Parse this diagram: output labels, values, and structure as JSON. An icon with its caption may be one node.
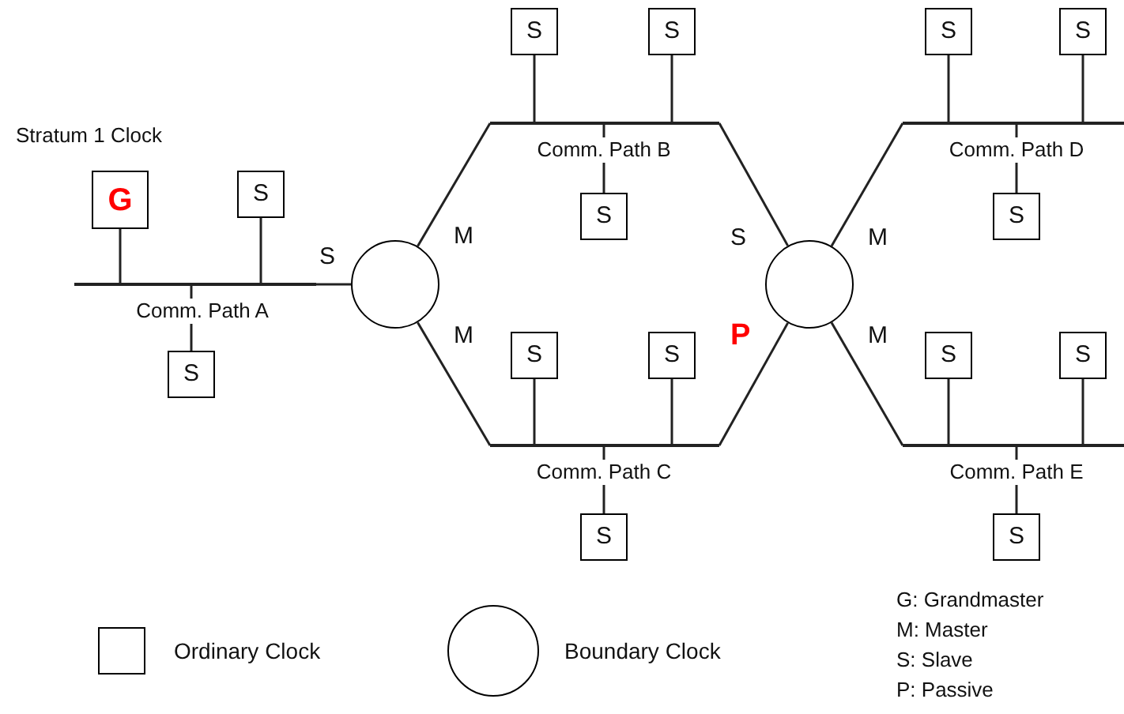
{
  "diagram": {
    "nodes": [
      {
        "text": [
          "Comm. Path A"
        ]
      },
      {
        "text": [
          "G"
        ],
        "beside": [
          "Stratum 1 Clock"
        ]
      },
      {
        "text": [
          "S"
        ]
      },
      {
        "text": [
          "S"
        ]
      },
      {
        "text": [],
        "shape": "circle"
      },
      {
        "text": [
          "Comm. Path B"
        ]
      },
      {
        "text": [
          "S"
        ]
      },
      {
        "text": [
          "S"
        ]
      },
      {
        "text": [
          "S"
        ]
      },
      {
        "text": [
          "Comm. Path C"
        ]
      },
      {
        "text": [
          "S"
        ]
      },
      {
        "text": [
          "S"
        ]
      },
      {
        "text": [
          "S"
        ]
      },
      {
        "text": [],
        "shape": "circle"
      },
      {
        "text": [
          "Comm. Path D"
        ]
      },
      {
        "text": [
          "S"
        ]
      },
      {
        "text": [
          "S"
        ]
      },
      {
        "text": [
          "S"
        ]
      },
      {
        "text": [
          "Comm. Path E"
        ]
      },
      {
        "text": [
          "S"
        ]
      },
      {
        "text": [
          "S"
        ]
      },
      {
        "text": [
          "S"
        ]
      }
    ],
    "edges": [
      {
        "from": 1,
        "to": 0,
        "arrow": "none"
      },
      {
        "from": 2,
        "to": 0,
        "arrow": "none"
      },
      {
        "from": 3,
        "to": 0,
        "arrow": "none"
      },
      {
        "from": 0,
        "to": 4,
        "arrow": "none"
      },
      {
        "from": 4,
        "to": 5,
        "arrow": "none"
      },
      {
        "from": 4,
        "to": 9,
        "arrow": "none"
      },
      {
        "from": 6,
        "to": 5,
        "arrow": "none"
      },
      {
        "from": 7,
        "to": 5,
        "arrow": "none"
      },
      {
        "from": 8,
        "to": 5,
        "arrow": "none"
      },
      {
        "from": 10,
        "to": 9,
        "arrow": "none"
      },
      {
        "from": 11,
        "to": 9,
        "arrow": "none"
      },
      {
        "from": 12,
        "to": 9,
        "arrow": "none"
      },
      {
        "from": 5,
        "to": 13,
        "arrow": "none"
      },
      {
        "from": 9,
        "to": 13,
        "arrow": "none"
      },
      {
        "from": 13,
        "to": 14,
        "arrow": "none"
      },
      {
        "from": 13,
        "to": 18,
        "arrow": "none"
      },
      {
        "from": 15,
        "to": 14,
        "arrow": "none"
      },
      {
        "from": 16,
        "to": 14,
        "arrow": "none"
      },
      {
        "from": 17,
        "to": 14,
        "arrow": "none"
      },
      {
        "from": 19,
        "to": 18,
        "arrow": "none"
      },
      {
        "from": 20,
        "to": 18,
        "arrow": "none"
      },
      {
        "from": 21,
        "to": 18,
        "arrow": "none"
      }
    ],
    "labels": [
      "S",
      "M",
      "M",
      "S",
      "P",
      "M",
      "M",
      "G: Grandmaster",
      "M: Master",
      "S: Slave",
      "P: Passive"
    ],
    "legend": [
      {
        "text": "Ordinary Clock"
      },
      {
        "text": "Boundary Clock"
      }
    ]
  }
}
